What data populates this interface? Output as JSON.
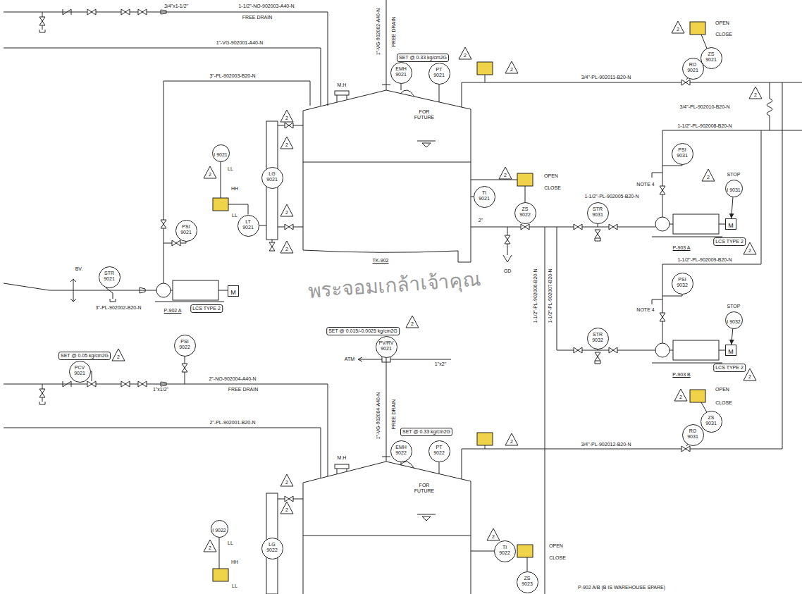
{
  "diagram": {
    "nodes": [
      {
        "text": [
          "I 9021"
        ]
      },
      {
        "text": [
          "LG 9021"
        ]
      },
      {
        "text": [
          "LT 9021"
        ]
      },
      {
        "text": [
          "PSI 9021"
        ]
      },
      {
        "text": [
          "STR 9021"
        ]
      },
      {
        "text": [
          "M"
        ]
      },
      {
        "text": [
          "EMH 9021"
        ]
      },
      {
        "text": [
          "PT 9021"
        ]
      },
      {
        "text": [
          "ZS 9021"
        ]
      },
      {
        "text": [
          "RO 9021"
        ]
      },
      {
        "text": [
          "TI 9021"
        ]
      },
      {
        "text": [
          "ZS 9022"
        ]
      },
      {
        "text": [
          "PSI 9031"
        ]
      },
      {
        "text": [
          "I 9031"
        ]
      },
      {
        "text": [
          "M"
        ]
      },
      {
        "text": [
          "STR 9031"
        ]
      },
      {
        "text": [
          "PSI 9032"
        ]
      },
      {
        "text": [
          "I 9032"
        ]
      },
      {
        "text": [
          "M"
        ]
      },
      {
        "text": [
          "STR 9032"
        ]
      },
      {
        "text": [
          "PCV 9021"
        ]
      },
      {
        "text": [
          "PSI 9022"
        ]
      },
      {
        "text": [
          "PV/RV 9021"
        ]
      },
      {
        "text": [
          "ZS 9031"
        ]
      },
      {
        "text": [
          "RO 9031"
        ]
      },
      {
        "text": [
          "EMH 9022"
        ]
      },
      {
        "text": [
          "PT 9022"
        ]
      },
      {
        "text": [
          "I 9022"
        ]
      },
      {
        "text": [
          "LG 9022"
        ]
      },
      {
        "text": [
          "TI 9022"
        ]
      },
      {
        "text": [
          "ZS 9023"
        ]
      }
    ],
    "edges": [
      {
        "from": 2,
        "to": 0,
        "arrow": "none"
      },
      {
        "from": 8,
        "to": 9,
        "arrow": "none"
      },
      {
        "from": 13,
        "to": 14,
        "arrow": "to"
      },
      {
        "from": 17,
        "to": 18,
        "arrow": "to"
      },
      {
        "from": 23,
        "to": 24,
        "arrow": "none"
      }
    ],
    "labels": [
      "3/4\"x1-1/2\"",
      "1-1/2\"-NO-902003-A40-N",
      "FREE DRAIN",
      "1\"-VG-902002-A40-N",
      "FREE DRAIN",
      "1\"-VG-902001-A40-N",
      "SET @ 0.33 kg/cm2G",
      "3\"-PL-902003-B20-N",
      "M.H",
      "FOR FUTURE",
      "TK-902",
      "LL",
      "HH",
      "LL",
      "BV.",
      "3\"-PL-902002-B20-N",
      "P-902 A",
      "LCS TYPE 2",
      "OPEN",
      "CLOSE",
      "OPEN",
      "CLOSE",
      "3/4\"-PL-902011-B20-N",
      "3/4\"-PL-902010-B20-N",
      "1-1/2\"-PL-902008-B20-N",
      "1-1/2\"-PL-902005-B20-N",
      "NOTE 4",
      "STOP",
      "LCS TYPE 2",
      "P-903 A",
      "1-1/2\"-PL-902009-B20-N",
      "NOTE 4",
      "STOP",
      "LCS TYPE 2",
      "P-903 B",
      "1-1/2\"-PL-902006-B20-N",
      "1-1/2\"-PL-902007-B20-N",
      "2\"",
      "GD",
      "SET @ 0.015/-0.0025 kg/cm2G",
      "ATM",
      "1\"x2\"",
      "SET @ 0.05 kg/cm2G",
      "2\"-NO-902004-A40-N",
      "FREE DRAIN",
      "1\"x1/2\"",
      "2\"-PL-902001-B20-N",
      "1\"-VG-902004-A40-N",
      "FREE DRAIN",
      "SET @ 0.33 kg/cm2G",
      "M.H",
      "FOR FUTURE",
      "OPEN",
      "CLOSE",
      "3/4\"-PL-902012-B20-N",
      "LL",
      "HH",
      "LL",
      "OPEN",
      "CLOSE",
      "P-902 A/B (B IS WAREHOUSE SPARE)",
      "พระจอมเกล้าเจ้าคุณ",
      "2",
      "2",
      "2",
      "2",
      "2",
      "2",
      "2",
      "2",
      "2",
      "2",
      "2",
      "2",
      "2",
      "2",
      "2",
      "2",
      "2",
      "2",
      "2",
      "2",
      "2"
    ]
  }
}
